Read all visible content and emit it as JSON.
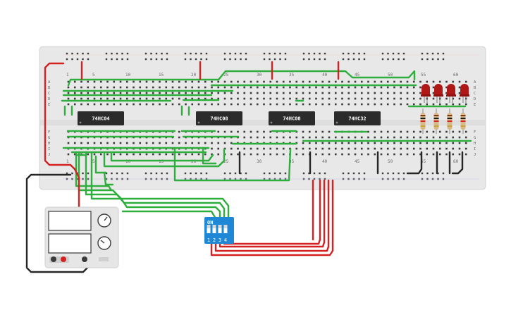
{
  "colors": {
    "board": "#e9e9e9",
    "board_edge": "#d8d8d8",
    "hole": "#3a3a3a",
    "wire_green": "#2eae3c",
    "wire_red": "#d42121",
    "wire_black": "#262626",
    "chip": "#2b2b2b",
    "dip_blue": "#1e88d6",
    "led": "#b01818"
  },
  "breadboard": {
    "top_numbers": [
      "1",
      "5",
      "10",
      "15",
      "20",
      "25",
      "30",
      "35",
      "40",
      "45",
      "50",
      "55",
      "60"
    ],
    "bottom_numbers": [
      "1",
      "5",
      "10",
      "15",
      "20",
      "25",
      "30",
      "35",
      "40",
      "45",
      "50",
      "55",
      "60"
    ],
    "row_letters_top": [
      "A",
      "B",
      "C",
      "D",
      "E"
    ],
    "row_letters_bottom": [
      "F",
      "G",
      "H",
      "I",
      "J"
    ],
    "rows_right_top": [
      "A",
      "B",
      "C",
      "D",
      "E"
    ],
    "rows_right_bottom": [
      "F",
      "G",
      "H",
      "I",
      "J"
    ]
  },
  "chips": [
    {
      "id": "chip-74hc04",
      "label": "74HC04"
    },
    {
      "id": "chip-74hc08-a",
      "label": "74HC08"
    },
    {
      "id": "chip-74hc08-b",
      "label": "74HC08"
    },
    {
      "id": "chip-74hc32",
      "label": "74HC32"
    }
  ],
  "dip_switch": {
    "on_label": "ON",
    "positions": [
      "1",
      "2",
      "3",
      "4"
    ]
  },
  "leds": {
    "count": 4
  },
  "resistors": {
    "count": 4
  },
  "power_supply": {
    "display_1": "",
    "display_2": ""
  }
}
